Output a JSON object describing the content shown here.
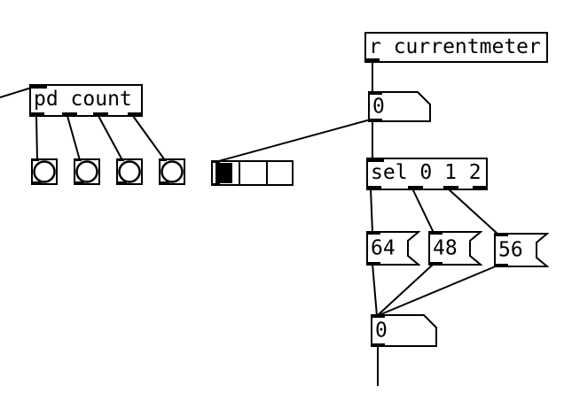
{
  "patch": {
    "colors": {
      "foreground": "#000000",
      "background": "#ffffff"
    },
    "receive_object": {
      "label": "r currentmeter"
    },
    "number_box_top": {
      "value": "0"
    },
    "select_object": {
      "label": "sel 0 1 2"
    },
    "message_boxes": [
      {
        "label": "64"
      },
      {
        "label": "48"
      },
      {
        "label": "56"
      }
    ],
    "number_box_bottom": {
      "value": "0"
    },
    "subpatch_object": {
      "label": "pd count"
    },
    "radio": {
      "cell_count": 3,
      "selected_index": 0
    },
    "bangs": {
      "count": 4
    }
  }
}
